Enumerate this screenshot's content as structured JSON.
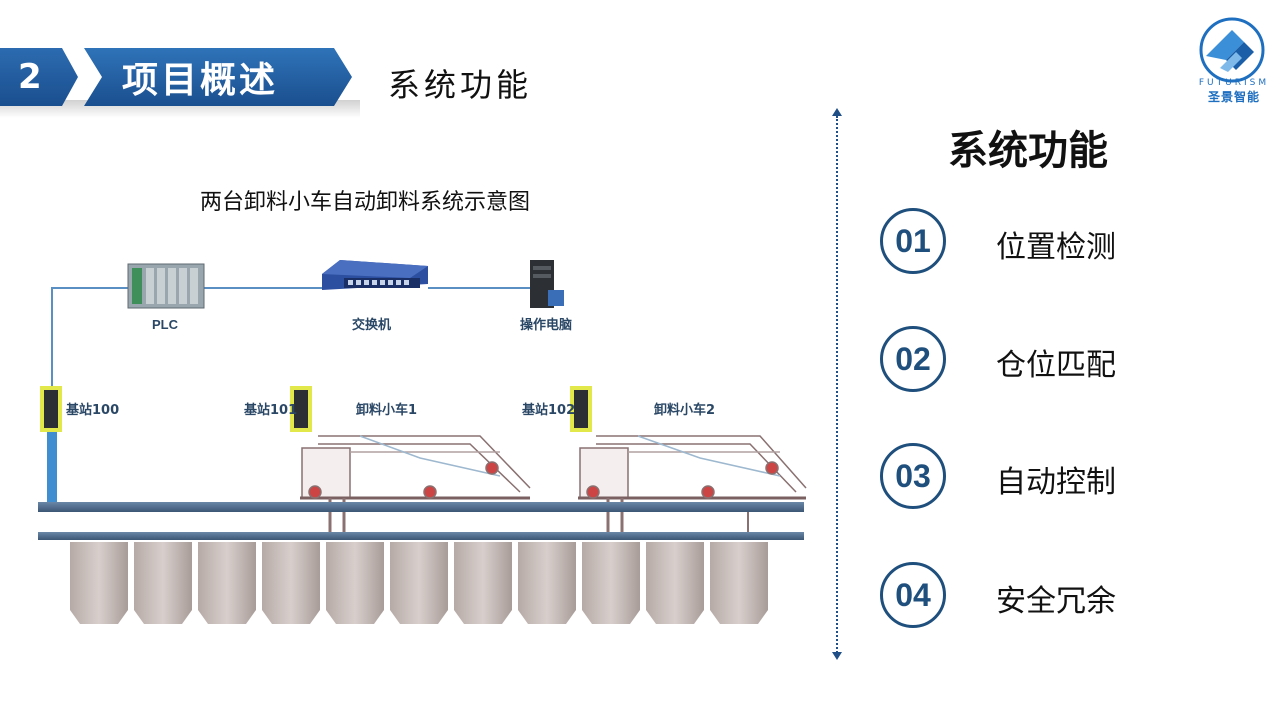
{
  "header": {
    "section_number": "2",
    "section_title": "项目概述",
    "subtitle": "系统功能"
  },
  "logo": {
    "name_en": "FUTURISM",
    "name_cn": "圣景智能"
  },
  "diagram": {
    "title": "两台卸料小车自动卸料系统示意图",
    "labels": {
      "plc": "PLC",
      "switch": "交换机",
      "computer": "操作电脑",
      "station100": "基站100",
      "station101": "基站101",
      "station102": "基站102",
      "cart1": "卸料小车1",
      "cart2": "卸料小车2"
    },
    "silo_count": 11
  },
  "panel": {
    "title": "系统功能",
    "items": [
      {
        "num": "01",
        "label": "位置检测"
      },
      {
        "num": "02",
        "label": "仓位匹配"
      },
      {
        "num": "03",
        "label": "自动控制"
      },
      {
        "num": "04",
        "label": "安全冗余"
      }
    ]
  },
  "colors": {
    "header_blue": "#1a4f8f",
    "accent_navy": "#1f4f7d",
    "logo_blue": "#1e6fc0"
  }
}
